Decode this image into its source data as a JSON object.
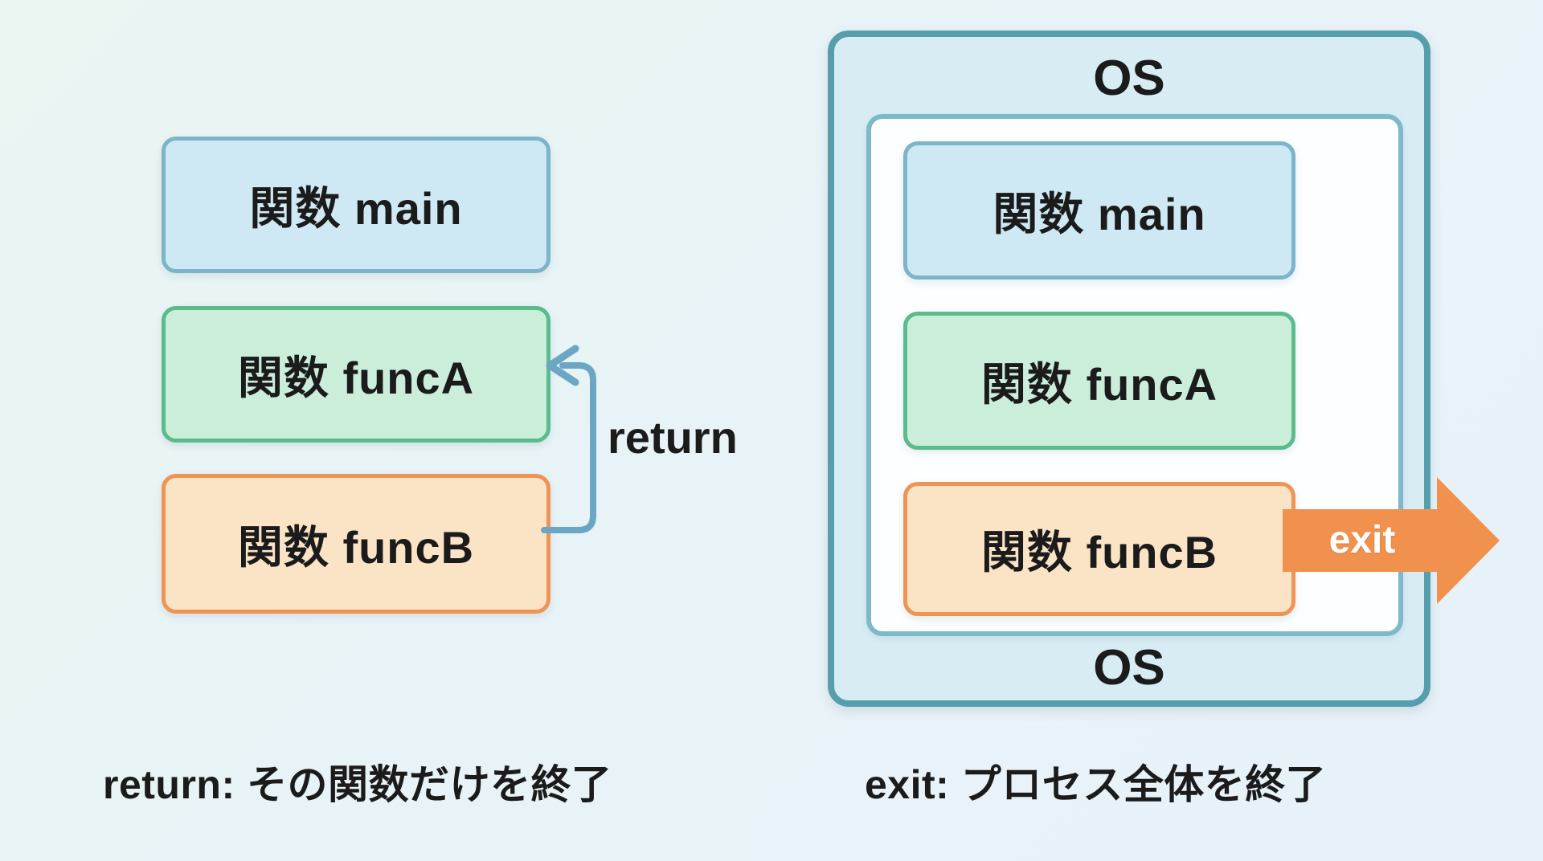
{
  "left_diagram": {
    "boxes": [
      {
        "label": "関数 main"
      },
      {
        "label": "関数 funcA"
      },
      {
        "label": "関数 funcB"
      }
    ],
    "arrow_label": "return",
    "caption": "return: その関数だけを終了"
  },
  "right_diagram": {
    "os_label_top": "OS",
    "os_label_bottom": "OS",
    "boxes": [
      {
        "label": "関数 main"
      },
      {
        "label": "関数 funcA"
      },
      {
        "label": "関数 funcB"
      }
    ],
    "arrow_label": "exit",
    "caption": "exit: プロセス全体を終了"
  },
  "palette": {
    "background": "#e8f3f7",
    "box_main_fill": "#cfe9f4",
    "box_main_border": "#7cb4c8",
    "box_funcA_fill": "#cbeeda",
    "box_funcA_border": "#5abb8d",
    "box_funcB_fill": "#fbe4c6",
    "box_funcB_border": "#f09455",
    "os_fill": "#d8ecf3",
    "os_border": "#569eac",
    "inner_box_fill": "#fdfeff",
    "inner_box_border": "#7db9c9",
    "return_arrow": "#6ba6c4",
    "exit_arrow": "#f0914e",
    "text": "#1b1b1b"
  }
}
